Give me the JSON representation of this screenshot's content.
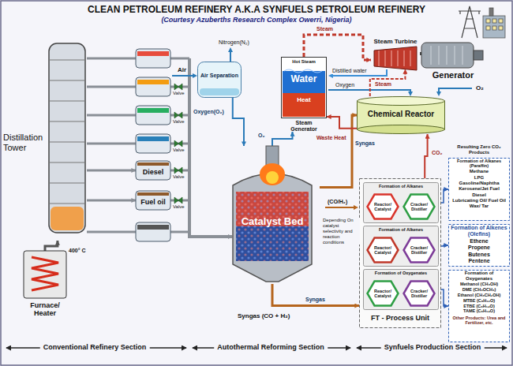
{
  "diagram": {
    "title": "CLEAN PETROLEUM REFINERY A.K.A SYNFUELS PETROLEUM REFINERY",
    "caption": "(Courtesy Azuberths Research Complex Owerri, Nigeria)",
    "nodes": [
      {
        "text": [
          "Distillation Tower"
        ]
      },
      {
        "text": [
          "Furnace/ Heater"
        ]
      },
      {
        "text": [
          "Diesel"
        ]
      },
      {
        "text": [
          "Fuel oil"
        ]
      },
      {
        "text": [
          "Air Separation"
        ]
      },
      {
        "text": [
          "Catalyst Bed"
        ]
      },
      {
        "text": [
          "Hot Steam",
          "Water",
          "Heat",
          "Steam Generator"
        ]
      },
      {
        "text": [
          "Steam Turbine"
        ]
      },
      {
        "text": [
          "Generator"
        ]
      },
      {
        "text": [
          "Chemical Reactor"
        ]
      },
      {
        "text": [
          "FT - Process Unit"
        ]
      },
      {
        "text": [
          "Formation of Alkanes"
        ],
        "in": 10
      },
      {
        "text": [
          "Reactor/ Catalyst"
        ],
        "in": 11
      },
      {
        "text": [
          "Cracker/ Distiller"
        ],
        "in": 11
      },
      {
        "text": [
          "Formation of Alkenes"
        ],
        "in": 10
      },
      {
        "text": [
          "Reactor/ Catalyst"
        ],
        "in": 14
      },
      {
        "text": [
          "Cracker/ Distiller"
        ],
        "in": 14
      },
      {
        "text": [
          "Formation of Oxygenates"
        ],
        "in": 10
      },
      {
        "text": [
          "Reactor/ Catalyst"
        ],
        "in": 17
      },
      {
        "text": [
          "Cracker/ Distiller"
        ],
        "in": 17
      },
      {
        "text": [
          "Resulting Zero CO₂ Products"
        ]
      },
      {
        "text": [
          "Formation of Alkanes (Paraffin)",
          "Methane",
          "LPG",
          "Gasoline/Naphtha",
          "Kerosene/Jet Fuel",
          "Diesel",
          "Lubricating Oil/ Fuel Oil",
          "Wax/ Tar"
        ]
      },
      {
        "text": [
          "Formation of Alkenes (Olefins)",
          "Ethene",
          "Propene",
          "Butenes",
          "Pentene"
        ]
      },
      {
        "text": [
          "Formation of Oxygenates",
          "Methanol (CH₃OH)",
          "DME (CH₃OCH₃)",
          "Ethanol (CH₃CH₂OH)",
          "MTBE (C₅H₁₂O)",
          "ETBE (C₆H₁₄O)",
          "TAME (C₆H₁₄O)",
          "Other Products: Urea and Fertilizer, etc."
        ]
      }
    ],
    "edges": [
      {
        "from": 1,
        "to": 0,
        "arrow": "to"
      },
      {
        "from": 0,
        "to": 2,
        "arrow": "to"
      },
      {
        "from": 0,
        "to": 3,
        "arrow": "to"
      },
      {
        "from": 4,
        "to": 5,
        "label": "Oxygen(O₂)",
        "arrow": "to"
      },
      {
        "from": 5,
        "to": 6,
        "label": "O₂",
        "arrow": "to"
      },
      {
        "from": 6,
        "to": 7,
        "label": "Steam",
        "arrow": "to"
      },
      {
        "from": 7,
        "to": 8,
        "arrow": "none"
      },
      {
        "from": 5,
        "to": 9,
        "label": "Syngas",
        "arrow": "to"
      },
      {
        "from": 9,
        "to": 6,
        "label": "Waste Heat",
        "arrow": "to"
      },
      {
        "from": 5,
        "to": 10,
        "label": "Syngas",
        "arrow": "to"
      },
      {
        "from": 10,
        "to": 9,
        "label": "CO₂",
        "arrow": "to"
      },
      {
        "from": 9,
        "to": 7,
        "label": "Steam",
        "arrow": "to"
      },
      {
        "from": 11,
        "to": 21,
        "arrow": "to"
      },
      {
        "from": 14,
        "to": 22,
        "arrow": "to"
      },
      {
        "from": 17,
        "to": 23,
        "arrow": "to"
      }
    ],
    "labels": [
      "400° C",
      "Valve",
      "Valve",
      "Valve",
      "Valve",
      "Valve",
      "Nitrogen(N₂)",
      "Air",
      "Distilled water",
      "Oxygen",
      "O₂",
      "(CO/H₂)",
      "Depending On catalyst selectivity and reaction conditions",
      "Syngas (CO + H₂)",
      "Conventional Refinery Section",
      "Autothermal Reforming Section",
      "Synfuels Production Section"
    ]
  }
}
